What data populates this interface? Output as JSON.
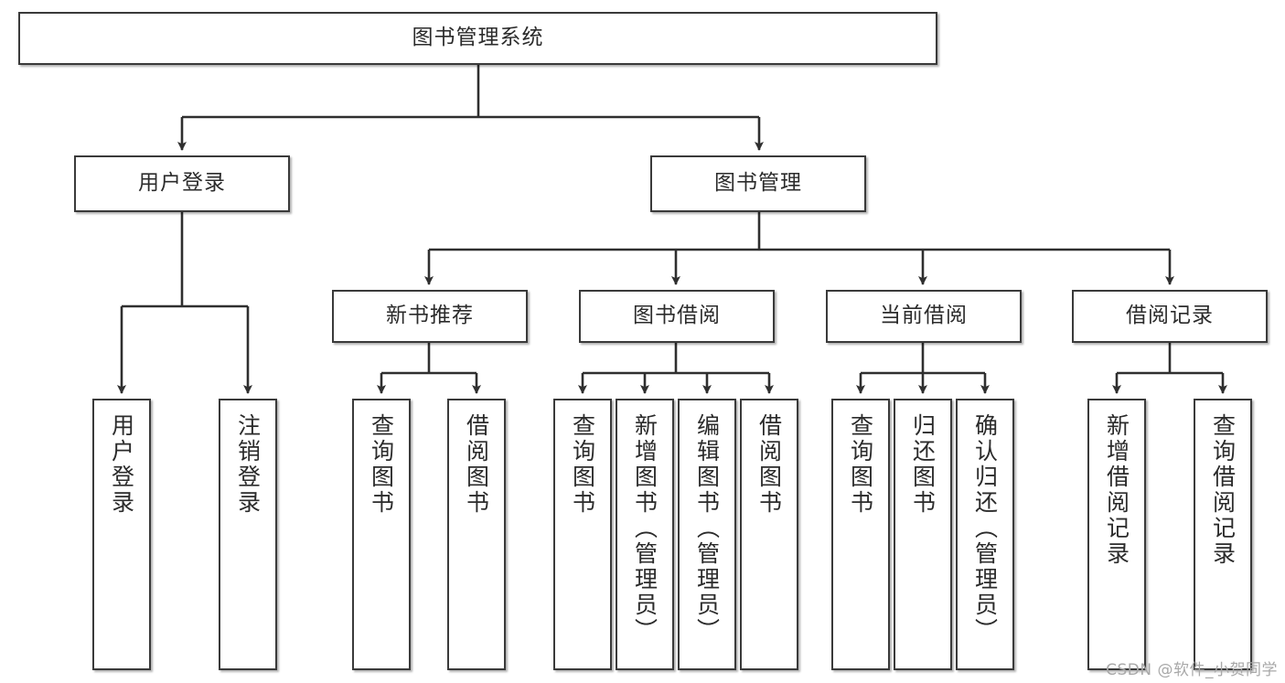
{
  "diagram": {
    "title_node": {
      "label": "图书管理系统"
    },
    "level2": [
      {
        "id": "user-login",
        "label": "用户登录"
      },
      {
        "id": "book-manage",
        "label": "图书管理"
      }
    ],
    "level3": [
      {
        "id": "new-book-recommend",
        "label": "新书推荐"
      },
      {
        "id": "book-borrow",
        "label": "图书借阅"
      },
      {
        "id": "current-borrow",
        "label": "当前借阅"
      },
      {
        "id": "borrow-record",
        "label": "借阅记录"
      }
    ],
    "leaves": [
      {
        "id": "leaf-user-login",
        "label": "用户登录"
      },
      {
        "id": "leaf-logout-login",
        "label": "注销登录"
      },
      {
        "id": "leaf-query-book-1",
        "label": "查询图书"
      },
      {
        "id": "leaf-borrow-book-1",
        "label": "借阅图书"
      },
      {
        "id": "leaf-query-book-2",
        "label": "查询图书"
      },
      {
        "id": "leaf-add-book",
        "label": "新增图书（管理员）"
      },
      {
        "id": "leaf-edit-book",
        "label": "编辑图书（管理员）"
      },
      {
        "id": "leaf-borrow-book-2",
        "label": "借阅图书"
      },
      {
        "id": "leaf-query-book-3",
        "label": "查询图书"
      },
      {
        "id": "leaf-return-book",
        "label": "归还图书"
      },
      {
        "id": "leaf-confirm-return",
        "label": "确认归还（管理员）"
      },
      {
        "id": "leaf-add-record",
        "label": "新增借阅记录"
      },
      {
        "id": "leaf-query-record",
        "label": "查询借阅记录"
      }
    ],
    "colors": {
      "box_border": "#3a3a3a",
      "box_fill": "#ffffff",
      "connector": "#2f2f2f",
      "text": "#2b2b2b",
      "watermark": "#a8a8a8"
    }
  },
  "watermark": {
    "text": "CSDN @软件_小贺同学"
  }
}
